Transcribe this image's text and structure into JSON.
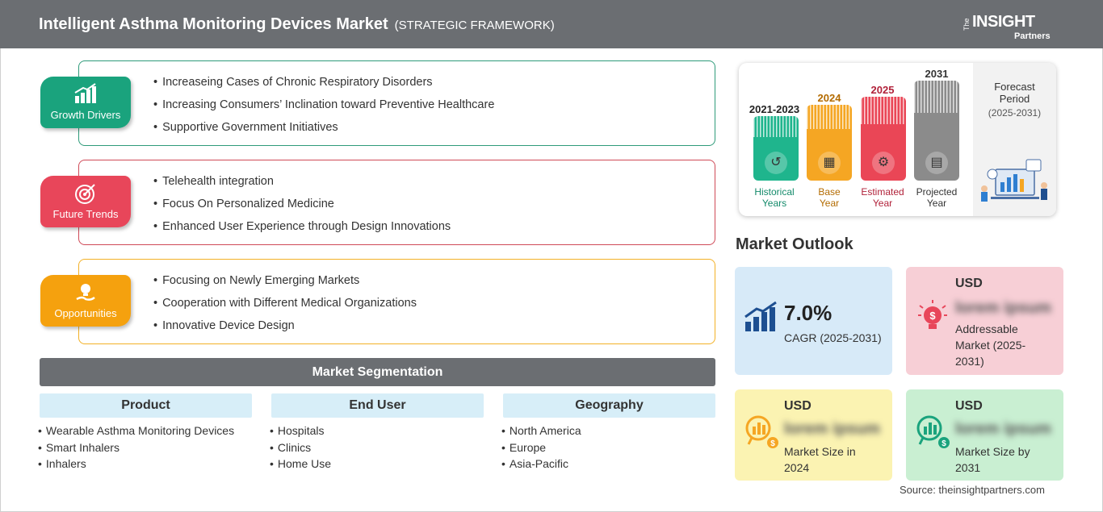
{
  "header": {
    "title": "Intelligent Asthma Monitoring Devices Market",
    "subtitle": "(STRATEGIC FRAMEWORK)",
    "logo_the": "The",
    "logo_main": "INSIGHT",
    "logo_partners": "Partners"
  },
  "framework": [
    {
      "label": "Growth Drivers",
      "icon": "growth-chart-icon",
      "color": "#1aa37d",
      "border": "#2f9b7a",
      "items": [
        "Increaseing Cases of Chronic Respiratory Disorders",
        "Increasing Consumers’ Inclination toward Preventive Healthcare",
        "Supportive Government Initiatives"
      ]
    },
    {
      "label": "Future Trends",
      "icon": "target-icon",
      "color": "#e8465a",
      "border": "#cf4a57",
      "items": [
        "Telehealth integration",
        "Focus On Personalized Medicine",
        "Enhanced User Experience through Design Innovations"
      ]
    },
    {
      "label": "Opportunities",
      "icon": "lightbulb-hand-icon",
      "color": "#f5a10e",
      "border": "#f3b126",
      "items": [
        "Focusing on Newly Emerging Markets",
        "Cooperation with Different Medical Organizations",
        "Innovative Device Design"
      ]
    }
  ],
  "segmentation": {
    "title": "Market Segmentation",
    "columns": [
      {
        "head": "Product",
        "items": [
          "Wearable Asthma Monitoring Devices",
          "Smart Inhalers",
          "Inhalers"
        ]
      },
      {
        "head": "End User",
        "items": [
          "Hospitals",
          "Clinics",
          "Home Use"
        ]
      },
      {
        "head": "Geography",
        "items": [
          "North America",
          "Europe",
          "Asia-Pacific"
        ]
      }
    ]
  },
  "timeline": {
    "forecast_title": "Forecast Period",
    "forecast_period": "(2025-2031)",
    "bars": [
      {
        "year": "2021-2023",
        "label_1": "Historical",
        "label_2": "Years",
        "color": "#1fb58d",
        "text_color": "#138a6a",
        "icon": "history-icon"
      },
      {
        "year": "2024",
        "label_1": "Base",
        "label_2": "Year",
        "color": "#f5a623",
        "text_color": "#b36b00",
        "icon": "calendar-icon"
      },
      {
        "year": "2025",
        "label_1": "Estimated",
        "label_2": "Year",
        "color": "#ea4656",
        "text_color": "#b1223a",
        "icon": "estimate-icon"
      },
      {
        "year": "2031",
        "label_1": "Projected",
        "label_2": "Year",
        "color": "#8b8b8b",
        "text_color": "#333333",
        "icon": "presentation-icon"
      }
    ]
  },
  "outlook": {
    "title": "Market Outlook",
    "cagr_value": "7.0%",
    "cagr_label": "CAGR (2025-2031)",
    "addressable_usd": "USD",
    "addressable_value": "lorem ipsum",
    "addressable_label": "Addressable Market (2025-2031)",
    "size2024_usd": "USD",
    "size2024_value": "lorem ipsum",
    "size2024_label": "Market Size in 2024",
    "size2031_usd": "USD",
    "size2031_value": "lorem ipsum",
    "size2031_label": "Market Size by 2031"
  },
  "source": "Source: theinsightpartners.com"
}
